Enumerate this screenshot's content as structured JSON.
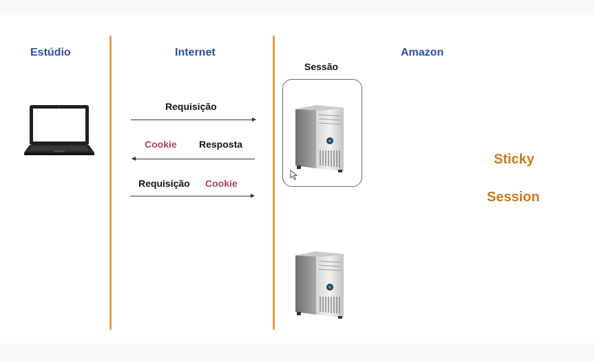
{
  "columns": {
    "studio": "Estúdio",
    "internet": "Internet",
    "amazon": "Amazon"
  },
  "session_label": "Sessão",
  "messages": {
    "request_1": "Requisição",
    "response_cookie": "Cookie",
    "response": "Resposta",
    "request_2": "Requisição",
    "request_2_cookie": "Cookie"
  },
  "sticky_session": {
    "line1": "Sticky",
    "line2": "Session"
  },
  "colors": {
    "column_title": "#2d4fa1",
    "divider": "#e39d4c",
    "cookie": "#a8415a",
    "sticky_session": "#cc7a1f"
  },
  "icons": [
    "laptop-icon",
    "server-icon",
    "server-icon",
    "mouse-cursor-icon"
  ]
}
